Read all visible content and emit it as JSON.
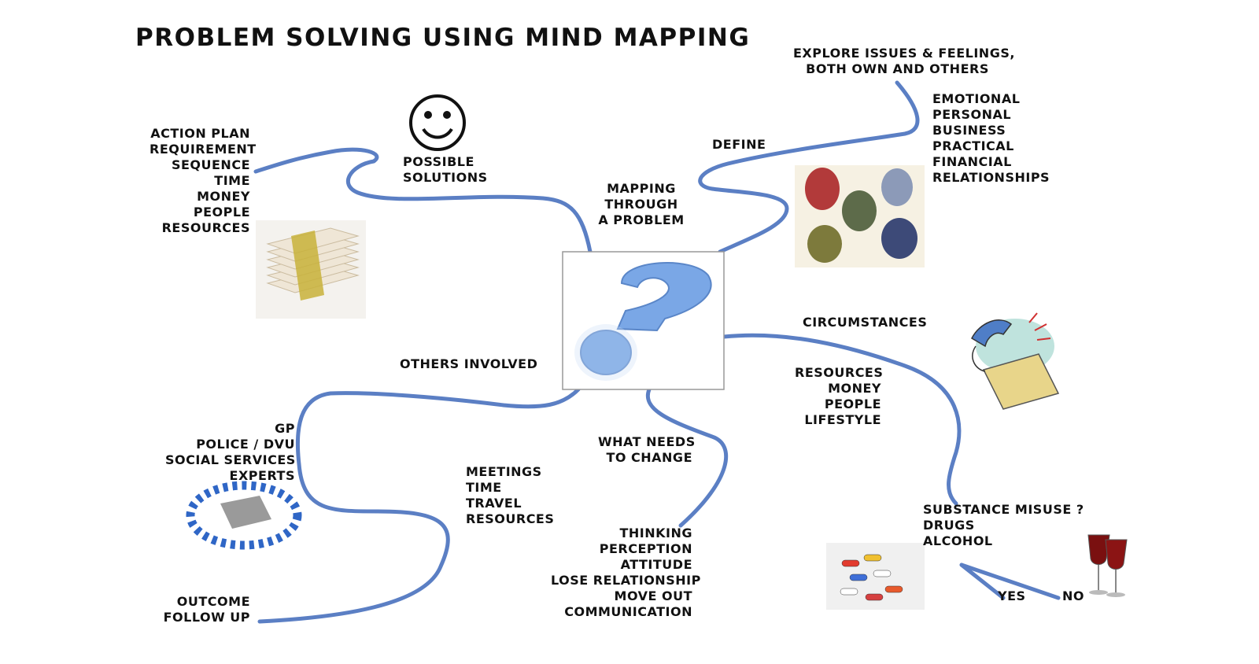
{
  "title": "PROBLEM SOLVING USING MIND MAPPING",
  "center": {
    "label": [
      "MAPPING",
      "THROUGH",
      "A PROBLEM"
    ],
    "icon": "question-mark-icon"
  },
  "branches": {
    "possible_solutions": {
      "label": [
        "POSSIBLE",
        "SOLUTIONS"
      ],
      "icon": "smiley-face-icon"
    },
    "action_plan": {
      "items": [
        "ACTION PLAN",
        "REQUIREMENT",
        "SEQUENCE",
        "TIME",
        "MONEY",
        "PEOPLE",
        "RESOURCES"
      ],
      "icon": "banknotes-stack-icon"
    },
    "define": {
      "label": "DEFINE"
    },
    "explore": {
      "label": [
        "EXPLORE ISSUES & FEELINGS,",
        "BOTH OWN AND OTHERS"
      ]
    },
    "feelings": {
      "items": [
        "EMOTIONAL",
        "PERSONAL",
        "BUSINESS",
        "PRACTICAL",
        "FINANCIAL",
        "RELATIONSHIPS"
      ],
      "icon": "masks-icon"
    },
    "circumstances": {
      "label": "CIRCUMSTANCES",
      "icon": "telephone-directory-icon"
    },
    "resources": {
      "items": [
        "RESOURCES",
        "MONEY",
        "PEOPLE",
        "LIFESTYLE"
      ]
    },
    "substance": {
      "items": [
        "SUBSTANCE MISUSE ?",
        "DRUGS",
        "ALCOHOL"
      ],
      "yes": "YES",
      "no": "NO",
      "icons": [
        "pills-icon",
        "wine-glasses-icon"
      ]
    },
    "what_needs_to_change": {
      "label": [
        "WHAT NEEDS",
        "TO CHANGE"
      ]
    },
    "change_items": {
      "items": [
        "THINKING",
        "PERCEPTION",
        "ATTITUDE",
        "LOSE RELATIONSHIP",
        "MOVE OUT",
        "COMMUNICATION"
      ]
    },
    "others_involved": {
      "label": "OTHERS INVOLVED"
    },
    "agencies": {
      "items": [
        "GP",
        "POLICE / DVU",
        "SOCIAL SERVICES",
        "EXPERTS"
      ],
      "icon": "people-circle-puzzle-icon"
    },
    "meetings": {
      "items": [
        "MEETINGS",
        "TIME",
        "TRAVEL",
        "RESOURCES"
      ]
    },
    "outcome": {
      "items": [
        "OUTCOME",
        "FOLLOW UP"
      ]
    }
  },
  "colors": {
    "line": "#5b7fc4",
    "accent": "#6aa0e0",
    "text": "#111111"
  }
}
